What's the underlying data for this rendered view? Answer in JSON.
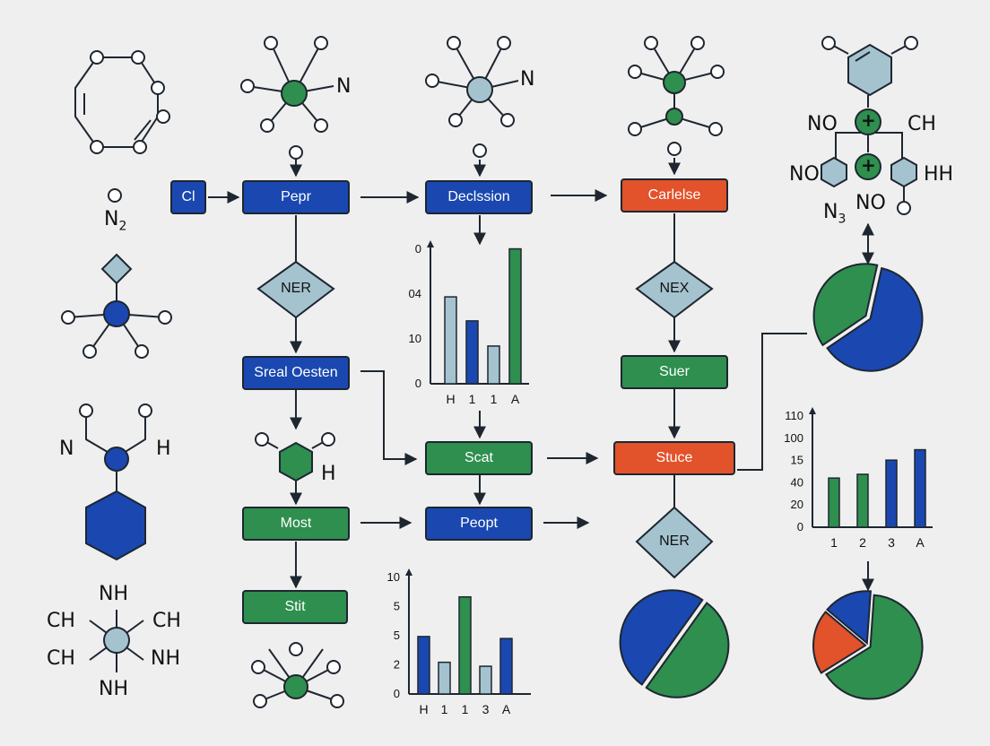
{
  "flow": {
    "input_label": "Cl",
    "pepr": "Pepr",
    "decision": "Declssion",
    "carlelse": "Carlelse",
    "ner_1": "NER",
    "nex": "NEX",
    "sreal": "Sreal Oesten",
    "suer": "Suer",
    "scat": "Scat",
    "stuce": "Stuce",
    "most": "Most",
    "peopt": "Peopt",
    "ner_2": "NER",
    "stit": "Stit"
  },
  "molecules": {
    "n2": "N",
    "n2_sub": "2",
    "top_mol_1_n": "N",
    "top_mol_2_n": "N",
    "left_mol_n": "N",
    "left_mol_h": "H",
    "hex_h": "H",
    "bottom_nh_top": "NH",
    "bottom_ch_1": "CH",
    "bottom_ch_2": "CH",
    "bottom_ch_3": "CH",
    "bottom_nh_right": "NH",
    "bottom_nh_bottom": "NH",
    "right_no_1": "NO",
    "right_ch": "CH",
    "right_no_2": "NO",
    "right_hh": "HH",
    "right_n3": "N",
    "right_n3_sub": "3",
    "right_no_3": "NO",
    "plus": "+"
  },
  "chart_data": [
    {
      "type": "bar",
      "categories": [
        "H",
        "1",
        "1",
        "A"
      ],
      "y_ticks": [
        "0",
        "04",
        "10",
        "0"
      ],
      "values": [
        0.76,
        0.55,
        0.33,
        1.18
      ],
      "colors": [
        "#a4c3cf",
        "#1a48b0",
        "#a4c3cf",
        "#2e8f4e"
      ]
    },
    {
      "type": "bar",
      "categories": [
        "1",
        "2",
        "3",
        "A"
      ],
      "y_ticks": [
        "110",
        "100",
        "15",
        "40",
        "20",
        "0"
      ],
      "values": [
        0.52,
        0.56,
        0.71,
        0.82
      ],
      "colors": [
        "#2e8f4e",
        "#2e8f4e",
        "#1a48b0",
        "#1a48b0"
      ]
    },
    {
      "type": "bar",
      "categories": [
        "H",
        "1",
        "1",
        "3",
        "A"
      ],
      "y_ticks": [
        "10",
        "5",
        "5",
        "2",
        "0"
      ],
      "values": [
        0.58,
        0.32,
        0.98,
        0.28,
        0.56
      ],
      "colors": [
        "#1a48b0",
        "#a4c3cf",
        "#2e8f4e",
        "#a4c3cf",
        "#1a48b0"
      ]
    },
    {
      "type": "pie",
      "values": [
        0.62,
        0.38
      ],
      "colors": [
        "#1a48b0",
        "#2e8f4e"
      ]
    },
    {
      "type": "pie",
      "values": [
        0.5,
        0.5
      ],
      "colors": [
        "#2e8f4e",
        "#1a48b0"
      ]
    },
    {
      "type": "pie",
      "values": [
        0.65,
        0.2,
        0.15
      ],
      "colors": [
        "#2e8f4e",
        "#e2522b",
        "#1a48b0"
      ]
    }
  ],
  "colors": {
    "blue": "#1a48b0",
    "green": "#2e8f4e",
    "orange": "#e2522b",
    "lightblue": "#a4c3cf",
    "line": "#1e2630"
  }
}
